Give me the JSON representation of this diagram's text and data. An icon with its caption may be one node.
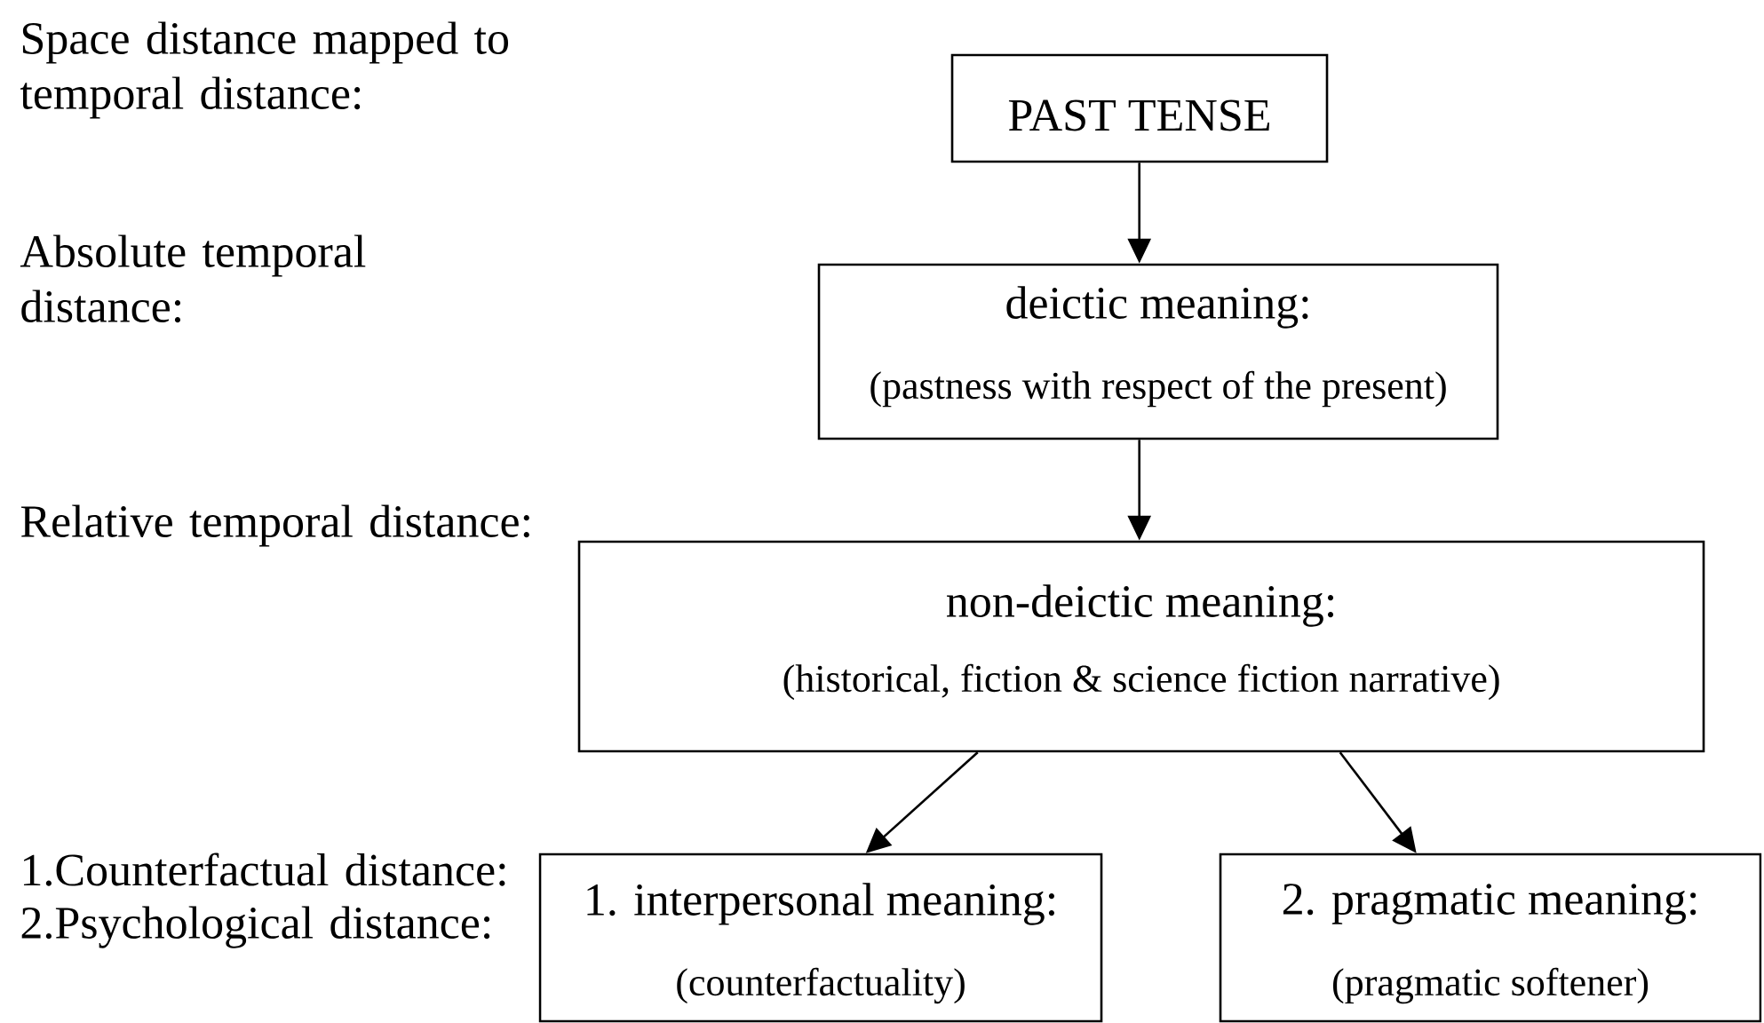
{
  "diagram": {
    "nodes": [
      {
        "text": [
          "PAST TENSE"
        ]
      },
      {
        "text": [
          "deictic meaning:",
          "(pastness with respect of the present)"
        ]
      },
      {
        "text": [
          "non-deictic meaning:",
          "(historical, fiction & science fiction narrative)"
        ]
      },
      {
        "text": [
          "1. interpersonal meaning:",
          "(counterfactuality)"
        ]
      },
      {
        "text": [
          "2. pragmatic meaning:",
          "(pragmatic softener)"
        ]
      }
    ],
    "edges": [
      {
        "from": 0,
        "to": 1,
        "arrow": "to"
      },
      {
        "from": 1,
        "to": 2,
        "arrow": "to"
      },
      {
        "from": 2,
        "to": 3,
        "arrow": "to"
      },
      {
        "from": 2,
        "to": 4,
        "arrow": "to"
      }
    ],
    "labels": [
      "Space distance mapped to temporal distance:",
      "Absolute temporal distance:",
      "Relative temporal distance:",
      "1.Counterfactual distance:",
      "2.Psychological distance:"
    ]
  }
}
